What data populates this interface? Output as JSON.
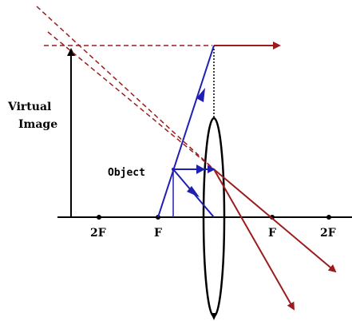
{
  "labels": {
    "virtual_image_line1": "Virtual",
    "virtual_image_line2": "Image",
    "object": "Object",
    "focal_left": "F",
    "focal_right": "F",
    "twice_focal_left": "2F",
    "twice_focal_right": "2F"
  },
  "colors": {
    "axis": "#000000",
    "lens": "#000000",
    "red_ray": "#9b1c1c",
    "blue_ray": "#1f1fb4",
    "object_arrow": "#1f1fb4",
    "image_arrow": "#000000"
  }
}
